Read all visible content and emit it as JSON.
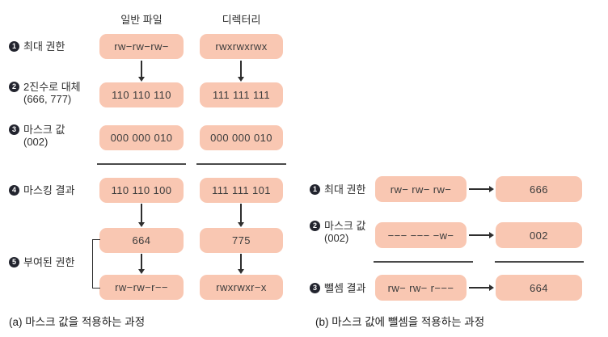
{
  "colors": {
    "box_fill": "#f9c7b2",
    "badge_bg": "#22242e",
    "text": "#2e2e2e",
    "line": "#4a4a4a"
  },
  "left_diagram": {
    "column_headers": {
      "regular_file": "일반 파일",
      "directory": "디렉터리"
    },
    "steps": [
      {
        "num": "1",
        "label": "최대 권한",
        "sub": ""
      },
      {
        "num": "2",
        "label": "2진수로 대체",
        "sub": "(666, 777)"
      },
      {
        "num": "3",
        "label": "마스크 값",
        "sub": "(002)"
      },
      {
        "num": "4",
        "label": "마스킹 결과",
        "sub": ""
      },
      {
        "num": "5",
        "label": "부여된 권한",
        "sub": ""
      }
    ],
    "file_column": [
      "rw−rw−rw−",
      "110 110 110",
      "000 000 010",
      "110 110 100",
      "664",
      "rw−rw−r−−"
    ],
    "dir_column": [
      "rwxrwxrwx",
      "111 111 111",
      "000 000 010",
      "111 111 101",
      "775",
      "rwxrwxr−x"
    ],
    "caption": "(a) 마스크 값을 적용하는 과정"
  },
  "right_diagram": {
    "steps": [
      {
        "num": "1",
        "label": "최대 권한",
        "sub": ""
      },
      {
        "num": "2",
        "label": "마스크 값",
        "sub": "(002)"
      },
      {
        "num": "3",
        "label": "뺄셈 결과",
        "sub": ""
      }
    ],
    "rows": [
      {
        "perm": "rw− rw− rw−",
        "octal": "666"
      },
      {
        "perm": "−−− −−− −w−",
        "octal": "002"
      },
      {
        "perm": "rw− rw− r−−−",
        "octal": "664"
      }
    ],
    "caption": "(b) 마스크 값에 뺄셈을 적용하는 과정"
  }
}
